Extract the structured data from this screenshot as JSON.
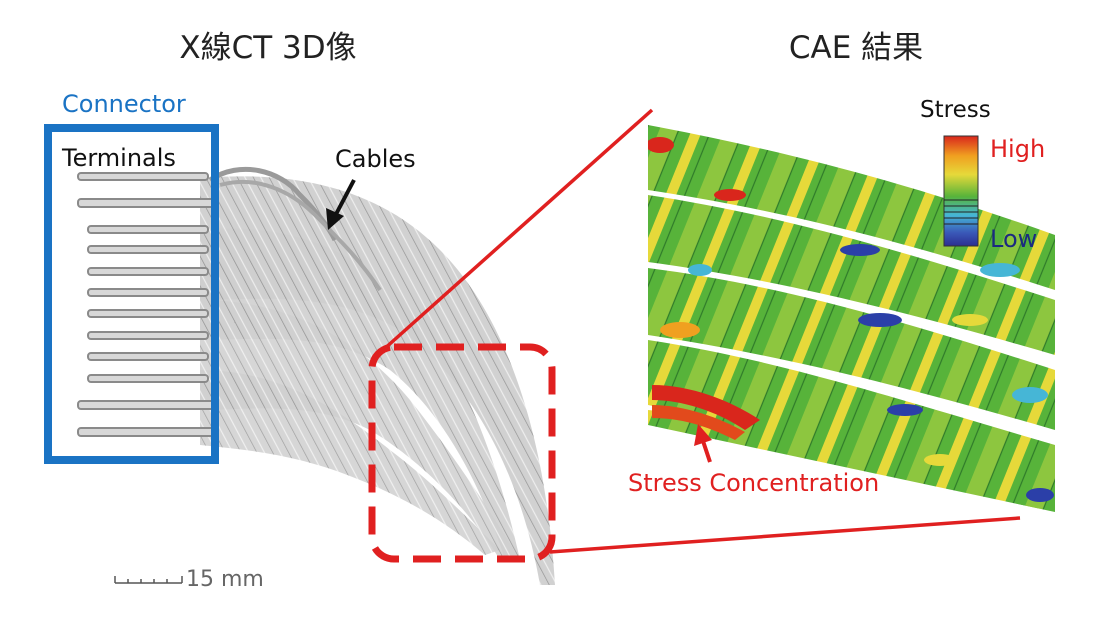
{
  "left_panel": {
    "title": "X線CT  3D像",
    "connector_label": "Connector",
    "terminals_label": "Terminals",
    "cables_label": "Cables",
    "scale_bar_label": "15 mm"
  },
  "right_panel": {
    "title": "CAE 結果",
    "legend_title": "Stress",
    "legend_high": "High",
    "legend_low": "Low",
    "annotation": "Stress Concentration"
  },
  "colors": {
    "connector_box": "#1a73c4",
    "connector_text": "#1a73c4",
    "highlight_red": "#e02020",
    "cable_gray": "#b9b9b9",
    "stress_green": "#57b33a",
    "stress_yellow": "#e6d93a",
    "stress_cyan": "#46b6d6",
    "stress_red": "#d9261c",
    "stress_blue": "#2b3fa8",
    "low_text": "#1b2a80"
  }
}
